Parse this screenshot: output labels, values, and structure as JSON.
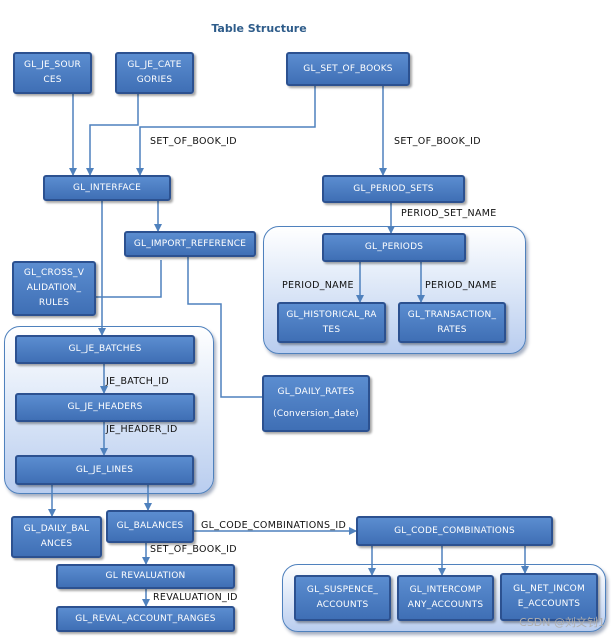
{
  "title": "Table Structure",
  "nodes": {
    "gl_je_sources": "GL_JE_SOUR\nCES",
    "gl_je_categories": "GL_JE_CATE\nGORIES",
    "gl_set_of_books": "GL_SET_OF_BOOKS",
    "gl_interface": "GL_INTERFACE",
    "gl_period_sets": "GL_PERIOD_SETS",
    "gl_import_reference": "GL_IMPORT_REFERENCE",
    "gl_periods": "GL_PERIODS",
    "gl_cross_validation_rules": "GL_CROSS_V\nALIDATION_\nRULES",
    "gl_historical_rates": "GL_HISTORICAL_RA\nTES",
    "gl_transaction_rates": "GL_TRANSACTION_\nRATES",
    "gl_je_batches": "GL_JE_BATCHES",
    "gl_je_headers": "GL_JE_HEADERS",
    "gl_daily_rates": "GL_DAILY_RATES\n\n(Conversion_date)",
    "gl_je_lines": "GL_JE_LINES",
    "gl_daily_balances": "GL_DAILY_BAL\nANCES",
    "gl_balances": "GL_BALANCES",
    "gl_code_combinations": "GL_CODE_COMBINATIONS",
    "gl_revaluation": "GL REVALUATION",
    "gl_reval_account_ranges": "GL_REVAL_ACCOUNT_RANGES",
    "gl_suspence_accounts": "GL_SUSPENCE_\nACCOUNTS",
    "gl_intercompany_accounts": "GL_INTERCOMP\nANY_ACCOUNTS",
    "gl_net_income_accounts": "GL_NET_INCOM\nE_ACCOUNTS"
  },
  "labels": {
    "set_of_book_id_left": "SET_OF_BOOK_ID",
    "set_of_book_id_right": "SET_OF_BOOK_ID",
    "period_set_name": "PERIOD_SET_NAME",
    "period_name_left": "PERIOD_NAME",
    "period_name_right": "PERIOD_NAME",
    "je_batch_id": "JE_BATCH_ID",
    "je_header_id": "JE_HEADER_ID",
    "gl_code_combinations_id": "GL_CODE_COMBINATIONS_ID",
    "set_of_book_id_bottom": "SET_OF_BOOK_ID",
    "revaluation_id": "REVALUATION_ID"
  },
  "watermark": "CSDN @刘文钊1",
  "colors": {
    "box": "#4a7bc0",
    "box_border": "#2c5190",
    "line": "#4f81bd",
    "group_fill": "#c6d7f2"
  }
}
